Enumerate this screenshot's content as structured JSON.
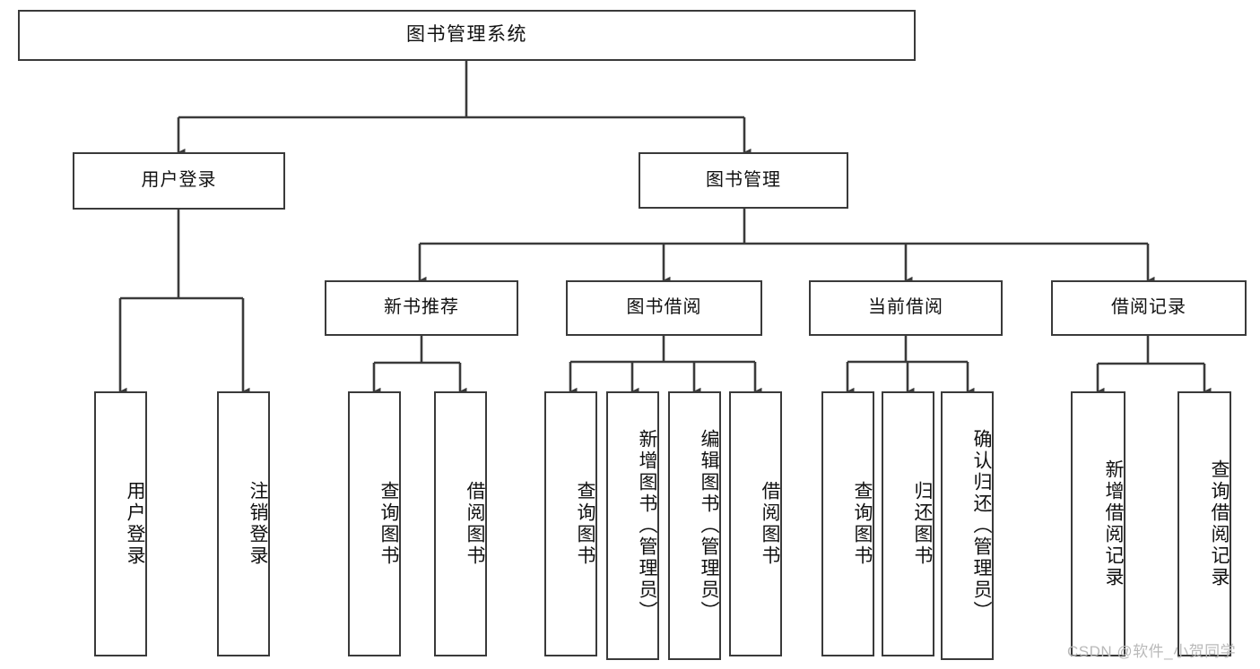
{
  "diagram": {
    "type": "tree-hierarchy",
    "title": "图书管理系统",
    "watermark": "CSDN @软件_小贺同学",
    "colors": {
      "box_border": "#3a3a3a",
      "box_fill": "#ffffff",
      "connector": "#3a3a3a",
      "text": "#111111",
      "watermark": "#b9b9b9",
      "background": "#ffffff"
    },
    "nodes": {
      "root": {
        "label": "图书管理系统"
      },
      "level2": [
        {
          "label": "用户登录"
        },
        {
          "label": "图书管理"
        }
      ],
      "level3": [
        {
          "label": "新书推荐"
        },
        {
          "label": "图书借阅"
        },
        {
          "label": "当前借阅"
        },
        {
          "label": "借阅记录"
        }
      ],
      "leaves": {
        "user_login": [
          {
            "label": "用户登录"
          },
          {
            "label": "注销登录"
          }
        ],
        "new_book_recommend": [
          {
            "label": "查询图书"
          },
          {
            "label": "借阅图书"
          }
        ],
        "book_borrow": [
          {
            "label": "查询图书"
          },
          {
            "label": "新增图书（管理员）"
          },
          {
            "label": "编辑图书（管理员）"
          },
          {
            "label": "借阅图书"
          }
        ],
        "current_borrow": [
          {
            "label": "查询图书"
          },
          {
            "label": "归还图书"
          },
          {
            "label": "确认归还（管理员）"
          }
        ],
        "borrow_record": [
          {
            "label": "新增借阅记录"
          },
          {
            "label": "查询借阅记录"
          }
        ]
      }
    }
  }
}
